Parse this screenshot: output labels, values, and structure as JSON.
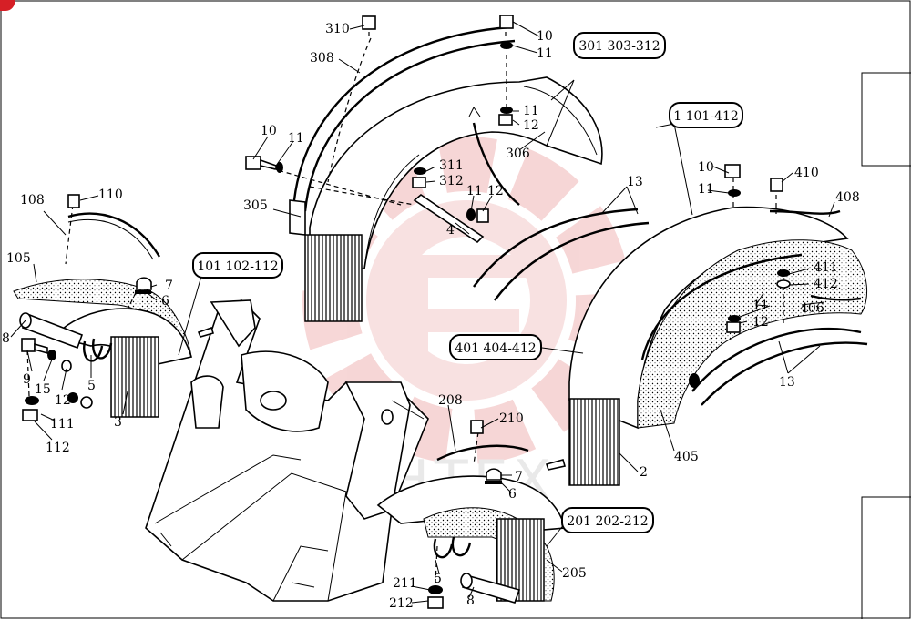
{
  "part_labels": {
    "p310": "310",
    "p10a": "10",
    "p11a": "11",
    "p308": "308",
    "p11b": "11",
    "p12a": "12",
    "p306": "306",
    "p10b": "10",
    "p11c": "11",
    "p311": "311",
    "p312": "312",
    "p11d": "11",
    "p12b": "12",
    "p305": "305",
    "p4": "4",
    "p13a": "13",
    "p10c": "10",
    "p11e": "11",
    "p410": "410",
    "p408": "408",
    "p411": "411",
    "p412": "412",
    "p11f": "11",
    "p12c": "12",
    "p406": "406",
    "p13b": "13",
    "p405": "405",
    "p2": "2",
    "p108": "108",
    "p110": "110",
    "p105": "105",
    "p7a": "7",
    "p6a": "6",
    "p8a": "8",
    "p9": "9",
    "p15": "15",
    "p12d": "12",
    "p5a": "5",
    "p3": "3",
    "p111": "111",
    "p112": "112",
    "p208": "208",
    "p210": "210",
    "p7b": "7",
    "p6b": "6",
    "p205": "205",
    "p211": "211",
    "p212": "212",
    "p5b": "5",
    "p8b": "8"
  },
  "group_labels": {
    "g300": "301 303-312",
    "g100top": "1 101-412",
    "g100": "101 102-112",
    "g400": "401 404-412",
    "g200": "201 202-212"
  },
  "watermark_text": "ИНТЕХ",
  "colors": {
    "watermark": "#f3c9c9",
    "ink": "#000000",
    "corner_badge": "#d61f26"
  }
}
